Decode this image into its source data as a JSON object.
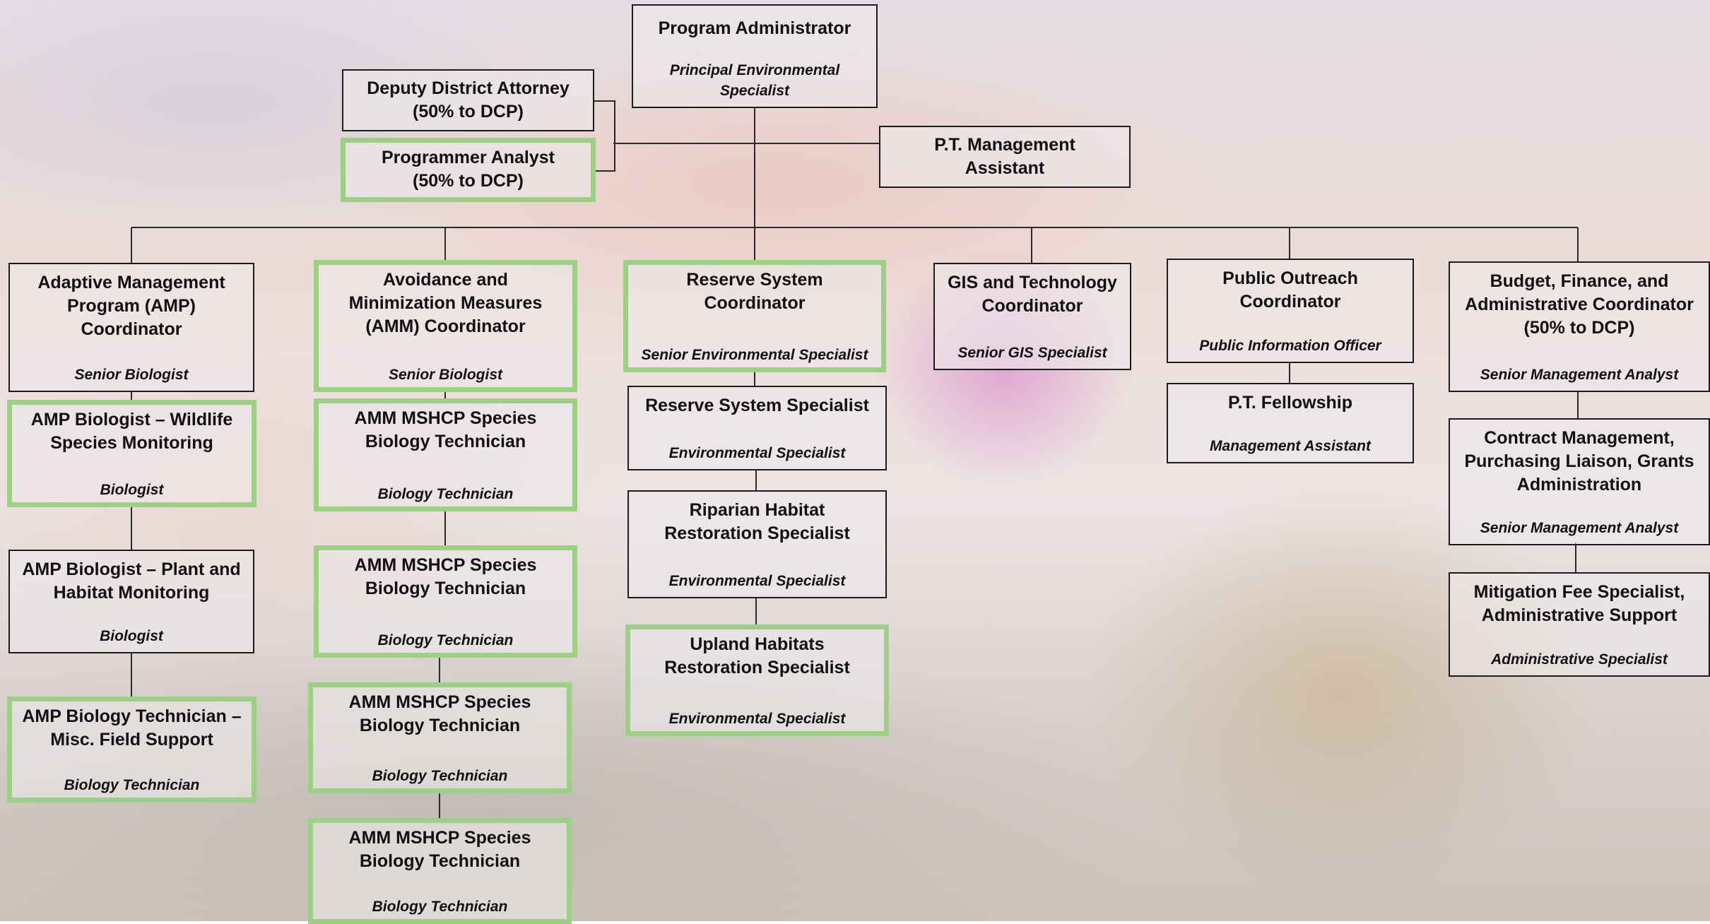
{
  "chart": {
    "positions": [
      {
        "id": "program_admin",
        "title": "Program Administrator",
        "subtitle": "Principal Environmental Specialist",
        "highlight": false
      },
      {
        "id": "deputy_da",
        "title": "Deputy District Attorney (50% to DCP)",
        "subtitle": "",
        "highlight": false
      },
      {
        "id": "programmer_analyst",
        "title": "Programmer Analyst (50% to DCP)",
        "subtitle": "",
        "highlight": true
      },
      {
        "id": "pt_mgmt_assistant",
        "title": "P.T. Management Assistant",
        "subtitle": "",
        "highlight": false
      },
      {
        "id": "amp_coordinator",
        "title": "Adaptive Management Program (AMP) Coordinator",
        "subtitle": "Senior Biologist",
        "highlight": false
      },
      {
        "id": "amp_bio_wildlife",
        "title": "AMP Biologist – Wildlife Species Monitoring",
        "subtitle": "Biologist",
        "highlight": true
      },
      {
        "id": "amp_bio_plant",
        "title": "AMP Biologist – Plant and Habitat Monitoring",
        "subtitle": "Biologist",
        "highlight": false
      },
      {
        "id": "amp_bio_tech",
        "title": "AMP Biology Technician – Misc. Field Support",
        "subtitle": "Biology Technician",
        "highlight": true
      },
      {
        "id": "amm_coordinator",
        "title": "Avoidance and Minimization Measures (AMM) Coordinator",
        "subtitle": "Senior Biologist",
        "highlight": true
      },
      {
        "id": "amm_tech_1",
        "title": "AMM MSHCP Species Biology Technician",
        "subtitle": "Biology Technician",
        "highlight": true
      },
      {
        "id": "amm_tech_2",
        "title": "AMM MSHCP Species Biology Technician",
        "subtitle": "Biology Technician",
        "highlight": true
      },
      {
        "id": "amm_tech_3",
        "title": "AMM MSHCP Species Biology Technician",
        "subtitle": "Biology Technician",
        "highlight": true
      },
      {
        "id": "amm_tech_4",
        "title": "AMM MSHCP Species Biology Technician",
        "subtitle": "Biology Technician",
        "highlight": true
      },
      {
        "id": "reserve_coordinator",
        "title": "Reserve System Coordinator",
        "subtitle": "Senior Environmental Specialist",
        "highlight": true
      },
      {
        "id": "reserve_specialist",
        "title": "Reserve System Specialist",
        "subtitle": "Environmental Specialist",
        "highlight": false
      },
      {
        "id": "riparian_specialist",
        "title": "Riparian Habitat Restoration Specialist",
        "subtitle": "Environmental Specialist",
        "highlight": false
      },
      {
        "id": "upland_specialist",
        "title": "Upland Habitats Restoration Specialist",
        "subtitle": "Environmental Specialist",
        "highlight": true
      },
      {
        "id": "gis_coordinator",
        "title": "GIS and Technology Coordinator",
        "subtitle": "Senior GIS Specialist",
        "highlight": false
      },
      {
        "id": "outreach_coordinator",
        "title": "Public Outreach Coordinator",
        "subtitle": "Public Information Officer",
        "highlight": false
      },
      {
        "id": "pt_fellowship",
        "title": "P.T. Fellowship",
        "subtitle": "Management Assistant",
        "highlight": false
      },
      {
        "id": "budget_coordinator",
        "title": "Budget, Finance, and Administrative Coordinator (50% to DCP)",
        "subtitle": "Senior Management Analyst",
        "highlight": false
      },
      {
        "id": "contract_mgmt",
        "title": "Contract Management, Purchasing Liaison, Grants Administration",
        "subtitle": "Senior Management Analyst",
        "highlight": false
      },
      {
        "id": "mitigation_fee",
        "title": "Mitigation Fee Specialist, Administrative Support",
        "subtitle": "Administrative Specialist",
        "highlight": false
      }
    ],
    "links": [
      [
        "program_admin",
        "deputy_da"
      ],
      [
        "program_admin",
        "programmer_analyst"
      ],
      [
        "program_admin",
        "pt_mgmt_assistant"
      ],
      [
        "program_admin",
        "amp_coordinator"
      ],
      [
        "program_admin",
        "amm_coordinator"
      ],
      [
        "program_admin",
        "reserve_coordinator"
      ],
      [
        "program_admin",
        "gis_coordinator"
      ],
      [
        "program_admin",
        "outreach_coordinator"
      ],
      [
        "program_admin",
        "budget_coordinator"
      ],
      [
        "amp_coordinator",
        "amp_bio_wildlife"
      ],
      [
        "amp_bio_wildlife",
        "amp_bio_plant"
      ],
      [
        "amp_bio_plant",
        "amp_bio_tech"
      ],
      [
        "amm_coordinator",
        "amm_tech_1"
      ],
      [
        "amm_tech_1",
        "amm_tech_2"
      ],
      [
        "amm_tech_2",
        "amm_tech_3"
      ],
      [
        "amm_tech_3",
        "amm_tech_4"
      ],
      [
        "reserve_coordinator",
        "reserve_specialist"
      ],
      [
        "reserve_specialist",
        "riparian_specialist"
      ],
      [
        "riparian_specialist",
        "upland_specialist"
      ],
      [
        "outreach_coordinator",
        "pt_fellowship"
      ],
      [
        "budget_coordinator",
        "contract_mgmt"
      ],
      [
        "contract_mgmt",
        "mitigation_fee"
      ]
    ],
    "highlight_color": "#9fcf86"
  }
}
